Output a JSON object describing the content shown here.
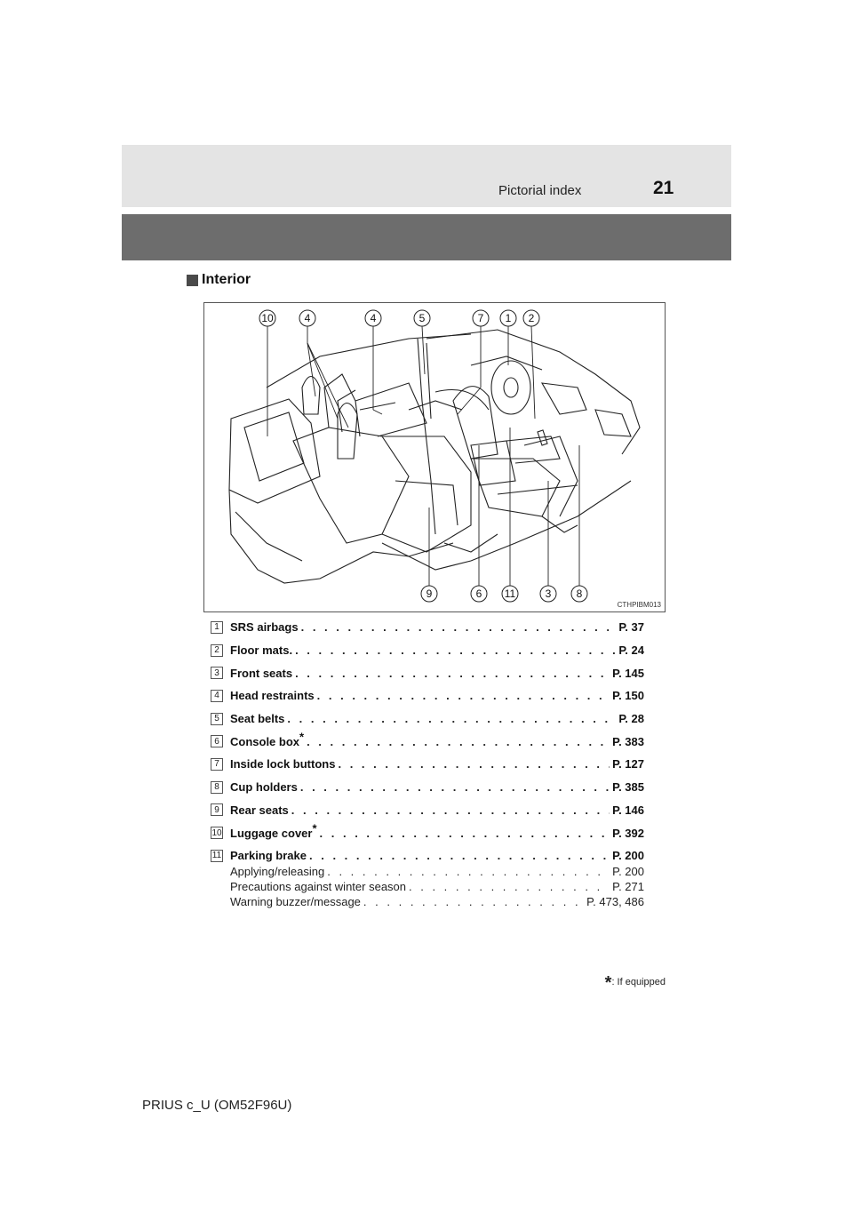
{
  "header": {
    "section_title": "Pictorial index",
    "page_number": "21"
  },
  "section": {
    "heading": "Interior"
  },
  "figure": {
    "code": "CTHPIBM013",
    "callouts_top": [
      "10",
      "4",
      "4",
      "5",
      "7",
      "1",
      "2"
    ],
    "callouts_bottom": [
      "9",
      "6",
      "11",
      "3",
      "8"
    ]
  },
  "items": [
    {
      "num": "1",
      "label": "SRS airbags",
      "star": "",
      "page": "P. 37"
    },
    {
      "num": "2",
      "label": "Floor mats.",
      "star": "",
      "page": "P. 24"
    },
    {
      "num": "3",
      "label": "Front seats",
      "star": "",
      "page": "P. 145"
    },
    {
      "num": "4",
      "label": "Head restraints",
      "star": "",
      "page": "P. 150"
    },
    {
      "num": "5",
      "label": "Seat belts",
      "star": "",
      "page": "P. 28"
    },
    {
      "num": "6",
      "label": "Console box",
      "star": "*",
      "page": "P. 383"
    },
    {
      "num": "7",
      "label": "Inside lock buttons",
      "star": "",
      "page": "P. 127"
    },
    {
      "num": "8",
      "label": "Cup holders",
      "star": "",
      "page": "P. 385"
    },
    {
      "num": "9",
      "label": "Rear seats",
      "star": "",
      "page": "P. 146"
    },
    {
      "num": "10",
      "label": "Luggage cover",
      "star": "*",
      "page": "P. 392"
    },
    {
      "num": "11",
      "label": "Parking brake",
      "star": "",
      "page": "P. 200"
    }
  ],
  "parking_brake_sub": [
    {
      "label": "Applying/releasing",
      "page": "P. 200"
    },
    {
      "label": "Precautions against winter season",
      "page": "P. 271"
    },
    {
      "label": "Warning buzzer/message",
      "page": "P. 473, 486"
    }
  ],
  "footnote": {
    "star": "*",
    "text": ": If equipped"
  },
  "footer": {
    "model": "PRIUS c_U (OM52F96U)"
  }
}
